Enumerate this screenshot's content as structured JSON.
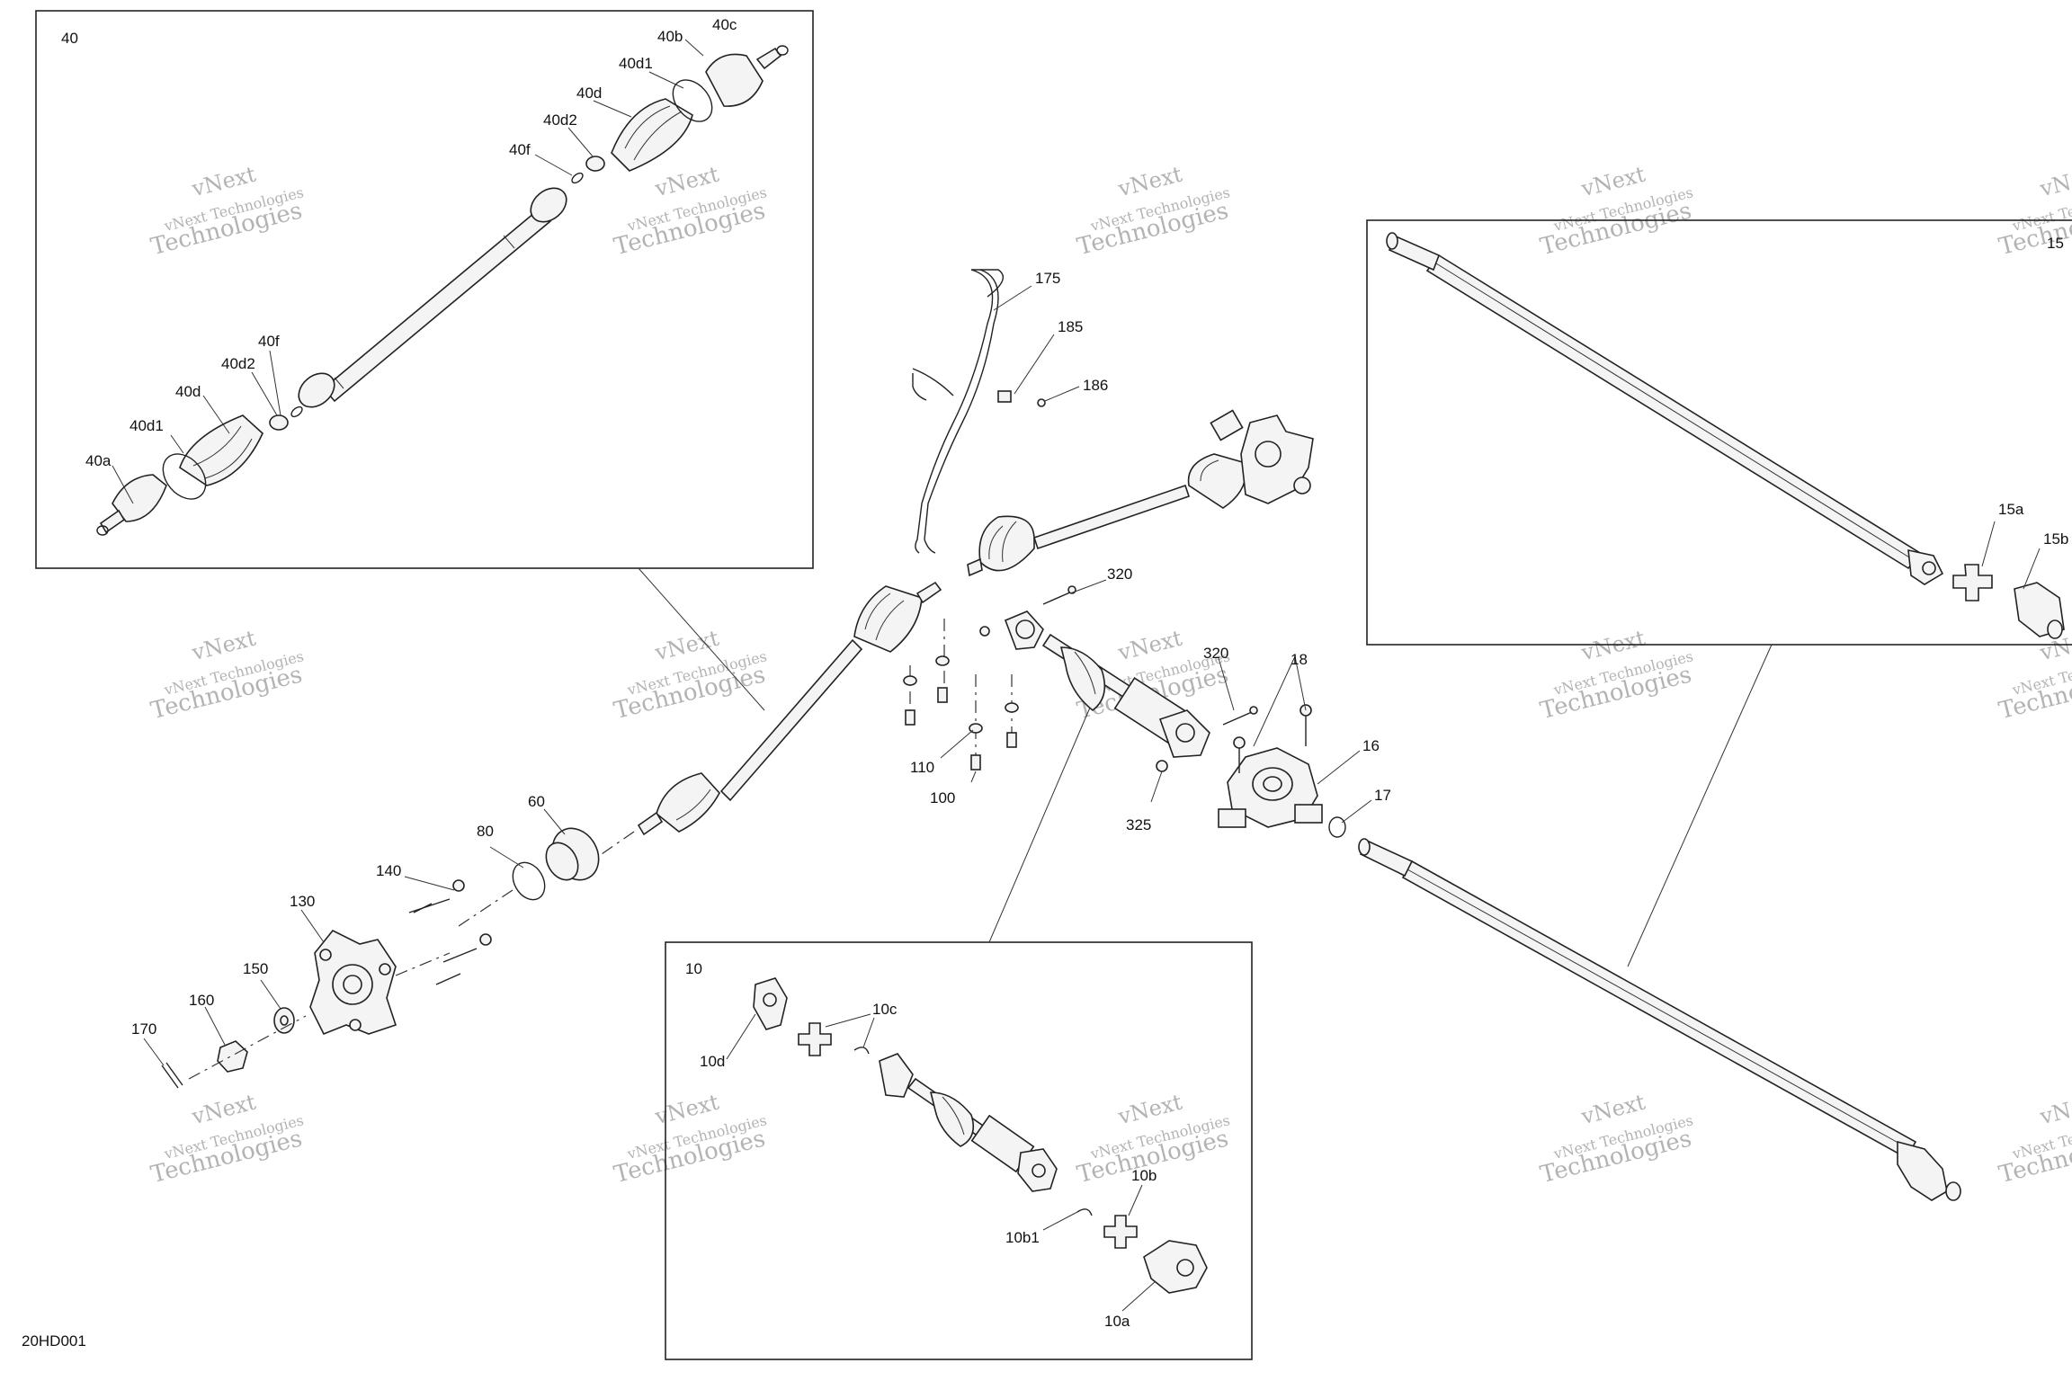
{
  "diagram": {
    "code": "20HD001",
    "watermark": {
      "line1": "vNext",
      "line2": "vNext Technologies",
      "line3": "Technologies"
    },
    "callouts": {
      "c40": "40",
      "c40a": "40a",
      "c40b": "40b",
      "c40c": "40c",
      "c40d_top": "40d",
      "c40d1_top": "40d1",
      "c40d2_top": "40d2",
      "c40f_top": "40f",
      "c40d_bot": "40d",
      "c40d1_bot": "40d1",
      "c40d2_bot": "40d2",
      "c40f_bot": "40f",
      "c175": "175",
      "c185": "185",
      "c186": "186",
      "c320a": "320",
      "c320b": "320",
      "c18": "18",
      "c16": "16",
      "c17": "17",
      "c325": "325",
      "c110": "110",
      "c100": "100",
      "c60": "60",
      "c80": "80",
      "c140": "140",
      "c130": "130",
      "c150": "150",
      "c160": "160",
      "c170": "170",
      "c15": "15",
      "c15a": "15a",
      "c15b": "15b",
      "c10": "10",
      "c10a": "10a",
      "c10b": "10b",
      "c10b1": "10b1",
      "c10c": "10c",
      "c10d": "10d"
    }
  }
}
